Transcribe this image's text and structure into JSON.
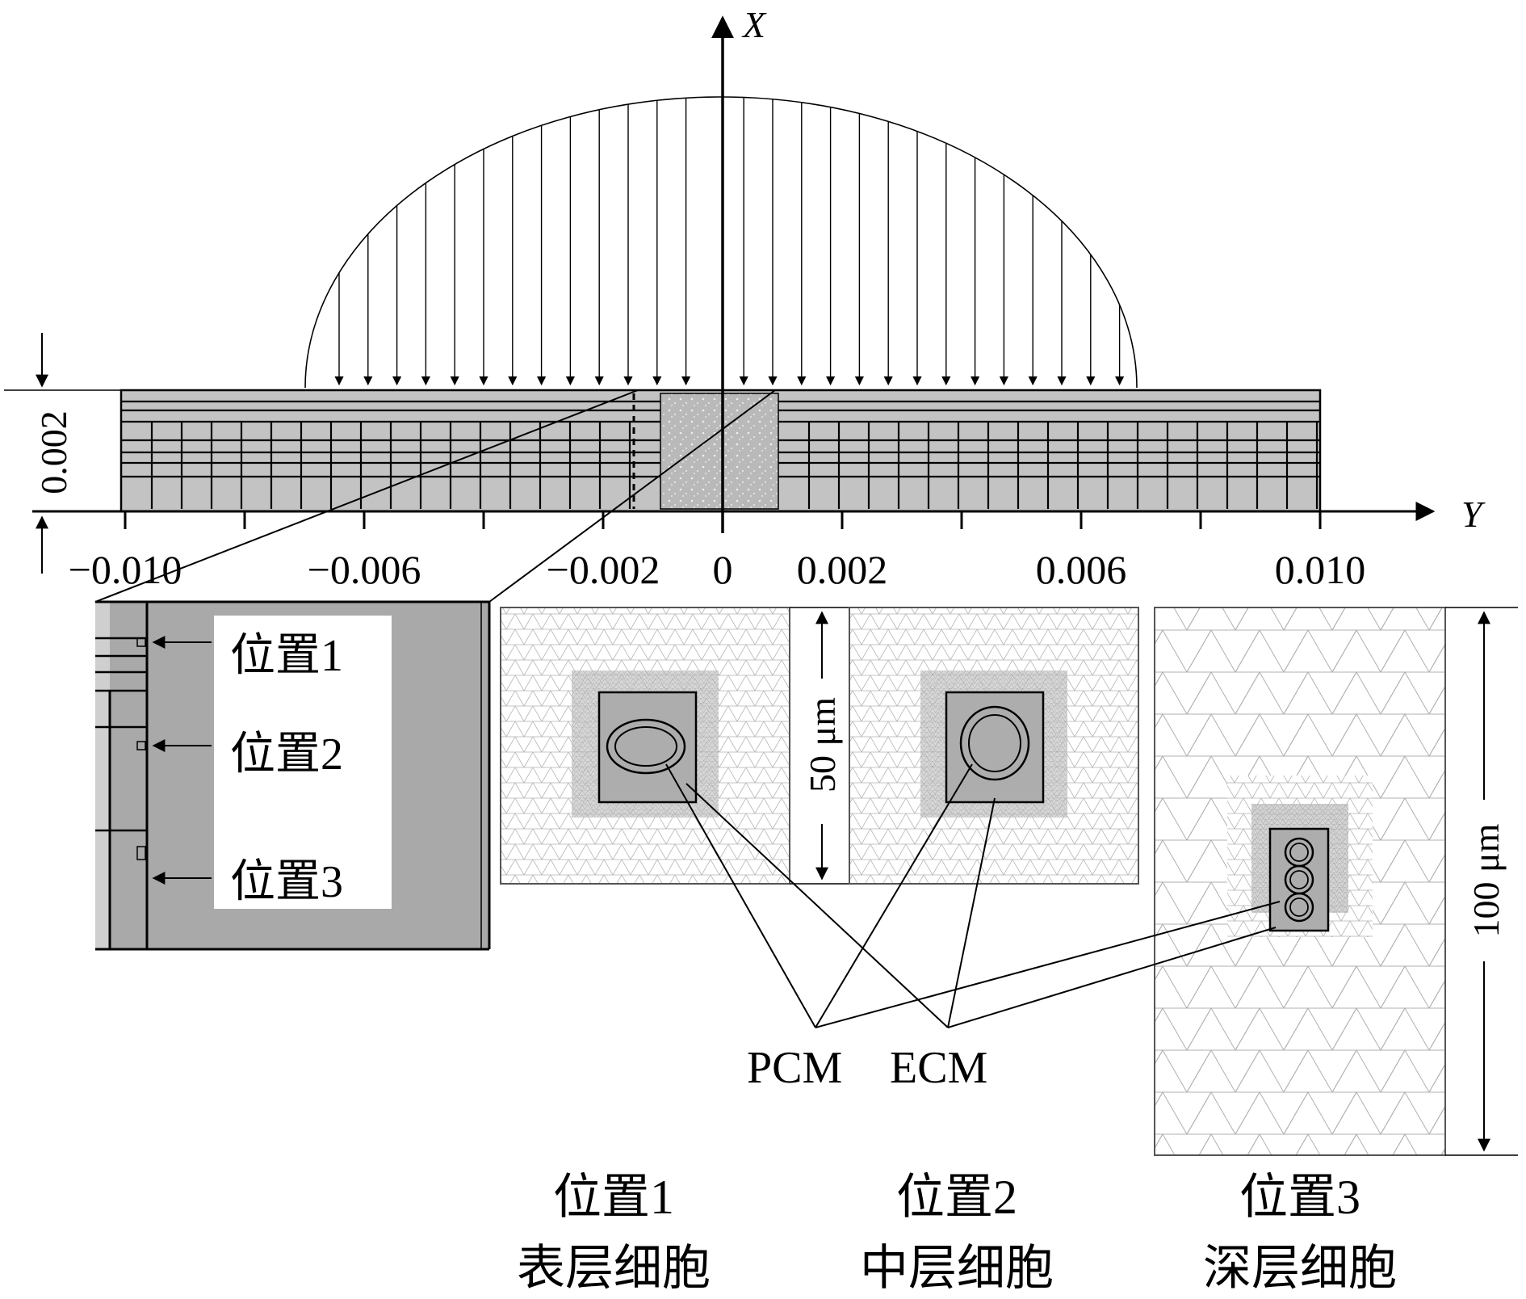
{
  "axes": {
    "x_label": "X",
    "y_label": "Y",
    "thickness_label": "0.002",
    "ticks": [
      {
        "value": -0.01,
        "label": "−0.010"
      },
      {
        "value": -0.006,
        "label": "−0.006"
      },
      {
        "value": -0.002,
        "label": "−0.002"
      },
      {
        "value": 0,
        "label": "0"
      },
      {
        "value": 0.002,
        "label": "0.002"
      },
      {
        "value": 0.006,
        "label": "0.006"
      },
      {
        "value": 0.01,
        "label": "0.010"
      }
    ]
  },
  "zoom_positions": {
    "p1": "位置1",
    "p2": "位置2",
    "p3": "位置3"
  },
  "cells": [
    {
      "position": "位置1",
      "type": "表层细胞"
    },
    {
      "position": "位置2",
      "type": "中层细胞"
    },
    {
      "position": "位置3",
      "type": "深层细胞"
    }
  ],
  "dimensions": {
    "d50": "50 μm",
    "d100": "100 μm"
  },
  "labels": {
    "pcm": "PCM",
    "ecm": "ECM"
  }
}
